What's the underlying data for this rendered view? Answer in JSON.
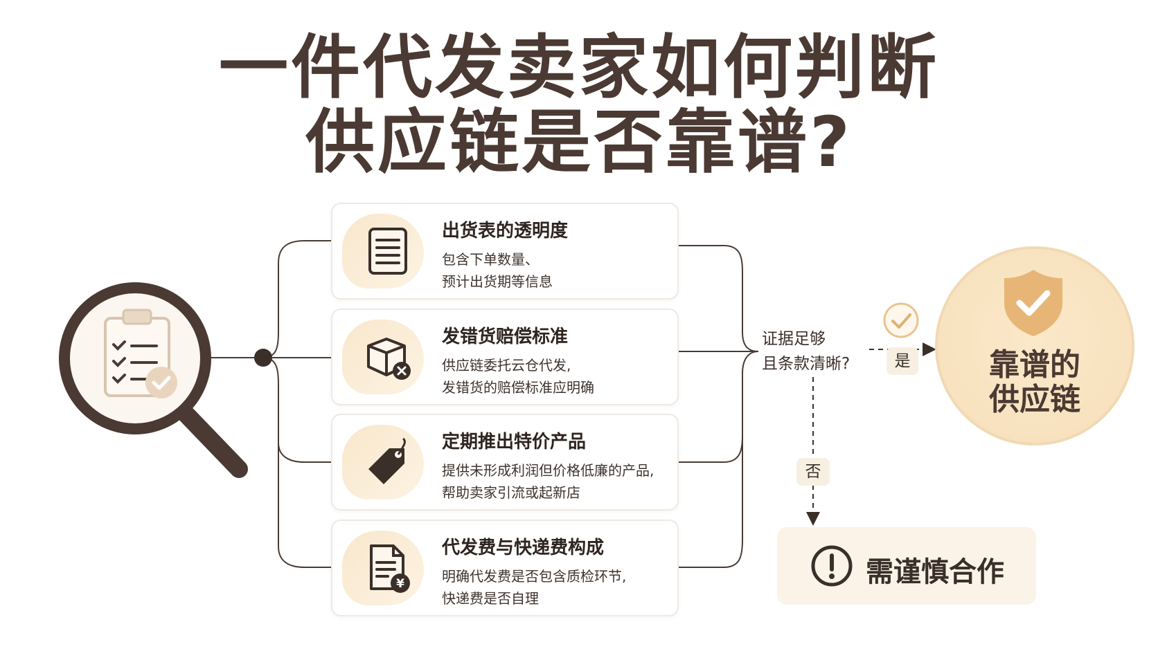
{
  "title": {
    "line1": "一件代发卖家如何判断",
    "line2": "供应链是否靠谱?"
  },
  "criteria": [
    {
      "title": "出货表的透明度",
      "line1": "包含下单数量、",
      "line2": "预计出货期等信息",
      "icon": "document-list-icon"
    },
    {
      "title": "发错货赔偿标准",
      "line1": "供应链委托云仓代发,",
      "line2": "发错货的赔偿标准应明确",
      "icon": "box-error-icon"
    },
    {
      "title": "定期推出特价产品",
      "line1": "提供未形成利润但价格低廉的产品,",
      "line2": "帮助卖家引流或起新店",
      "icon": "price-tag-icon"
    },
    {
      "title": "代发费与快递费构成",
      "line1": "明确代发费是否包含质检环节,",
      "line2": "快递费是否自理",
      "icon": "invoice-yen-icon"
    }
  ],
  "decision": {
    "question_line1": "证据足够",
    "question_line2": "且条款清晰?",
    "yes_label": "是",
    "no_label": "否"
  },
  "outcomes": {
    "reliable_line1": "靠谱的",
    "reliable_line2": "供应链",
    "caution": "需谨慎合作"
  },
  "colors": {
    "dark_brown": "#3b2f2a",
    "accent_beige": "#f8e2bf",
    "accent_gold": "#e7b677"
  },
  "icons": [
    "magnifier-checklist-icon",
    "shield-check-icon",
    "check-circle-icon",
    "exclamation-circle-icon"
  ]
}
